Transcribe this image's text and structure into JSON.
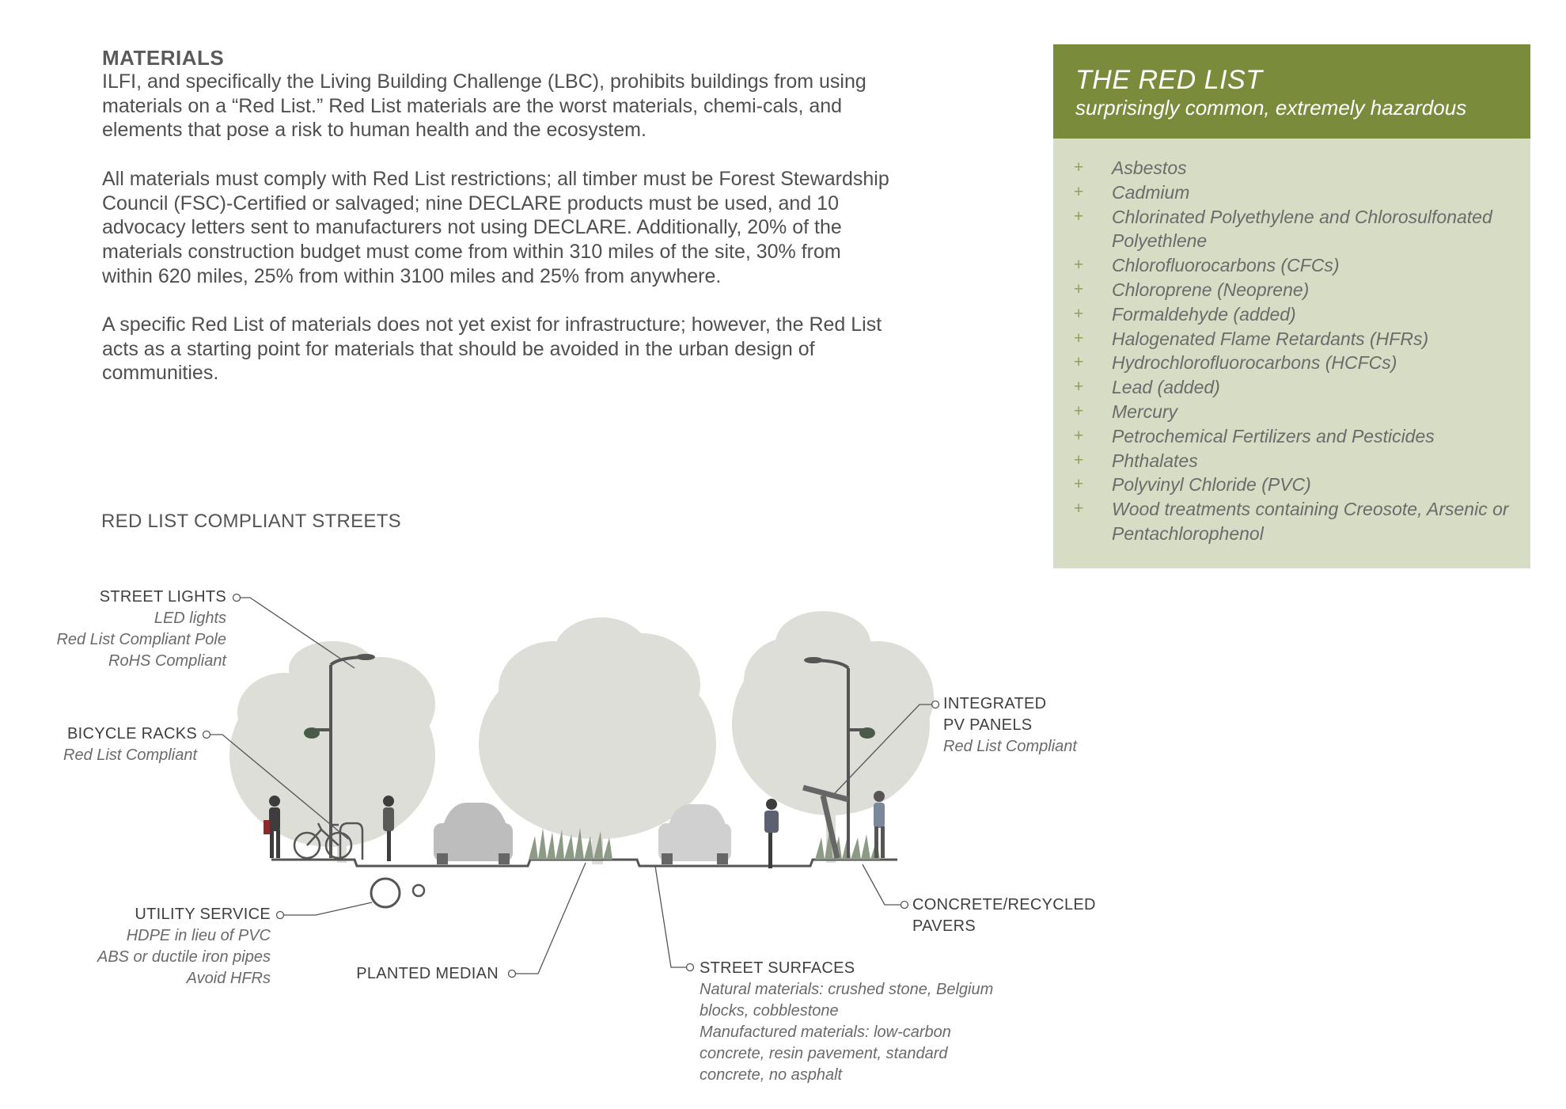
{
  "materials": {
    "heading": "MATERIALS",
    "paragraphs": [
      "ILFI, and specifically the Living Building Challenge (LBC), prohibits buildings from using materials on a “Red List.” Red List materials are the worst materials, chemi-cals, and elements that pose a risk to human health and the ecosystem.",
      "All materials must comply with Red List restrictions; all timber must be Forest Stewardship Council (FSC)-Certified or salvaged; nine DECLARE products must be used, and 10 advocacy letters sent to manufacturers not using DECLARE. Additionally, 20% of the materials construction budget must come from within 310 miles of the site, 30% from within 620 miles, 25% from within 3100 miles and 25% from anywhere.",
      "A specific Red List of materials does not yet exist for infrastructure; however, the Red List acts as a starting point for materials that should be avoided in the urban design of communities."
    ]
  },
  "section_title": "RED LIST COMPLIANT STREETS",
  "red_list": {
    "title": "THE RED LIST",
    "subtitle": "surprisingly common, extremely hazardous",
    "bullet": "+",
    "items": [
      "Asbestos",
      "Cadmium",
      "Chlorinated Polyethylene and Chlorosulfonated Polyethlene",
      "Chlorofluorocarbons (CFCs)",
      "Chloroprene (Neoprene)",
      "Formaldehyde (added)",
      "Halogenated Flame Retardants (HFRs)",
      "Hydrochlorofluorocarbons (HCFCs)",
      "Lead (added)",
      "Mercury",
      "Petrochemical Fertilizers and Pesticides",
      "Phthalates",
      "Polyvinyl Chloride (PVC)",
      "Wood treatments containing Creosote, Arsenic or Pentachlorophenol"
    ]
  },
  "callouts": {
    "street_lights": {
      "title": "STREET LIGHTS",
      "lines": [
        "LED lights",
        "Red List Compliant Pole",
        "RoHS Compliant"
      ]
    },
    "bicycle_racks": {
      "title": "BICYCLE RACKS",
      "lines": [
        "Red List Compliant"
      ]
    },
    "utility_service": {
      "title": "UTILITY SERVICE",
      "lines": [
        "HDPE in lieu of PVC",
        "ABS or ductile iron pipes",
        "Avoid HFRs"
      ]
    },
    "planted_median": {
      "title": "PLANTED MEDIAN"
    },
    "street_surfaces": {
      "title": "STREET SURFACES",
      "lines": [
        "Natural materials: crushed stone, Belgium",
        "blocks, cobblestone",
        "Manufactured materials: low-carbon",
        "concrete, resin pavement, standard",
        "concrete, no asphalt"
      ]
    },
    "pv_panels": {
      "title_lines": [
        "INTEGRATED",
        "PV PANELS"
      ],
      "lines": [
        "Red List Compliant"
      ]
    },
    "pavers": {
      "title_lines": [
        "CONCRETE/RECYCLED",
        "PAVERS"
      ]
    }
  },
  "colors": {
    "panel_header": "#7a8c3c",
    "panel_body": "#d7dcc4",
    "tree_gray": "#d9dbd4"
  }
}
